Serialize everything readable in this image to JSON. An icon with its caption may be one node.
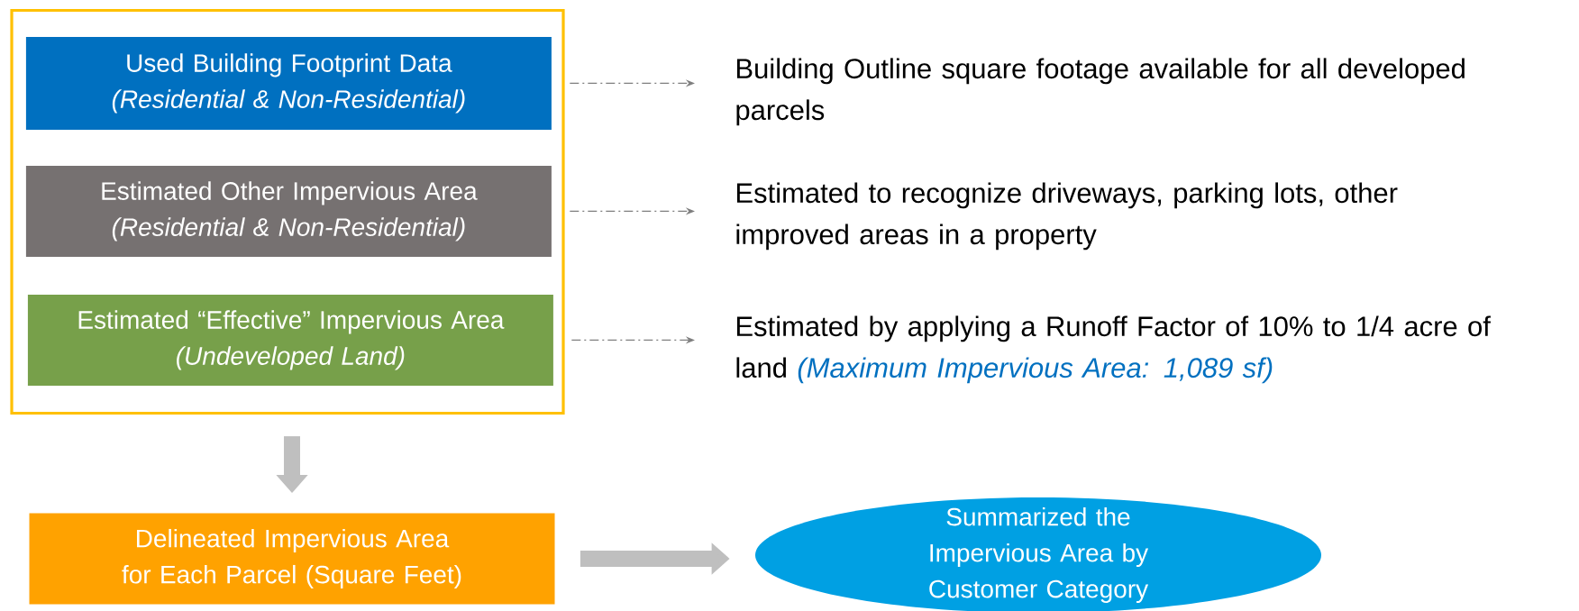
{
  "diagram": {
    "nodes": [
      {
        "text": [],
        "shape": "box"
      },
      {
        "text": [
          "Used Building Footprint Data",
          "(Residential & Non-Residential)"
        ],
        "in": 0
      },
      {
        "text": [
          "Estimated Other Impervious Area",
          "(Residential & Non-Residential)"
        ],
        "in": 0
      },
      {
        "text": [
          "Estimated “Effective” Impervious Area",
          "(Undeveloped Land)"
        ],
        "in": 0
      },
      {
        "text": [
          "Building Outline square footage available for all developed parcels"
        ]
      },
      {
        "text": [
          "Estimated to recognize driveways, parking lots, other improved areas in a property"
        ]
      },
      {
        "text": [
          "Estimated by applying a Runoff Factor of 10% to 1/4 acre of land",
          "(Maximum Impervious Area: 1,089 sf)"
        ]
      },
      {
        "text": [
          "Delineated Impervious Area for Each Parcel (Square Feet)"
        ]
      },
      {
        "text": [
          "Summarized the Impervious Area by Customer Category"
        ]
      }
    ],
    "edges": [
      {
        "from": 1,
        "to": 4,
        "arrow": "to",
        "style": "dashed"
      },
      {
        "from": 2,
        "to": 5,
        "arrow": "to",
        "style": "dashed"
      },
      {
        "from": 3,
        "to": 6,
        "arrow": "to",
        "style": "dashed"
      },
      {
        "from": 0,
        "to": 7,
        "arrow": "to",
        "style": "thick",
        "color": "#bfbfbf"
      },
      {
        "from": 7,
        "to": 8,
        "arrow": "to",
        "style": "thick",
        "color": "#bfbfbf"
      }
    ]
  }
}
